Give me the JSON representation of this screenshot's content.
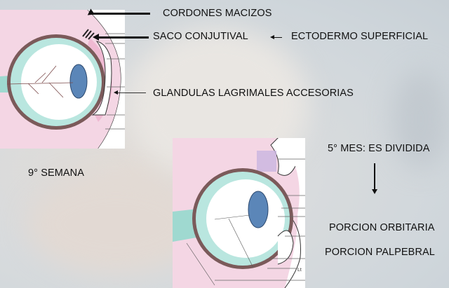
{
  "slide": {
    "labels": {
      "cordones": "CORDONES MACIZOS",
      "saco": "SACO CONJUTIVAL",
      "ectodermo": "ECTODERMO SUPERFICIAL",
      "glandulas": "GLANDULAS LAGRIMALES ACCESORIAS",
      "semana": "9° SEMANA",
      "mes": "5° MES: ES DIVIDIDA",
      "orbitaria": "PORCION ORBITARIA",
      "palpebral": "PORCION PALPEBRAL"
    },
    "figures": {
      "top_left": "eye-embryo-9th-week-diagram",
      "bottom_center": "eye-embryo-5th-month-diagram",
      "small_label": "Lt"
    },
    "colors": {
      "tissue_pink": "#f3c9dc",
      "lens_blue": "#5b86b8",
      "vitreous_teal": "#cfeee9",
      "outline": "#3a2a2a"
    }
  }
}
